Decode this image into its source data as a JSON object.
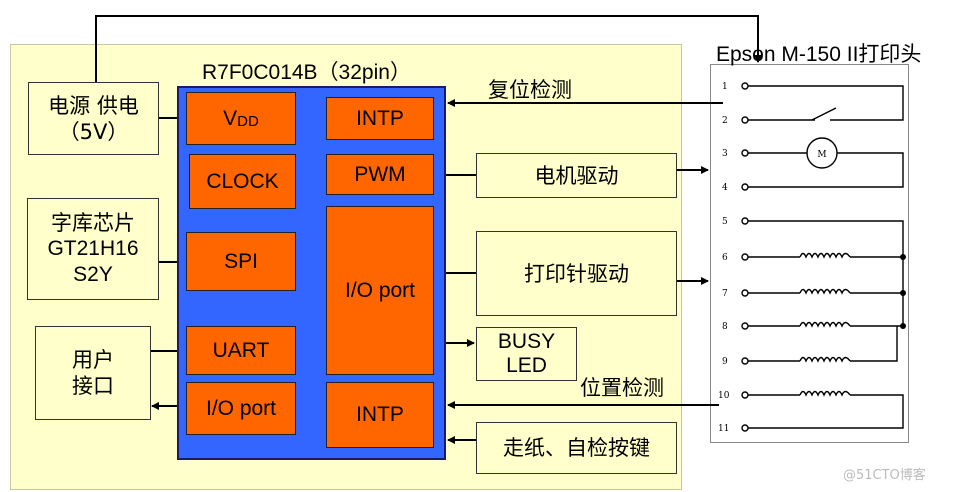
{
  "chip_title": "R7F0C014B（32pin）",
  "printer_title": "Epson M-150 II打印头",
  "left_boxes": {
    "power": [
      "电源 供电",
      "（5V）"
    ],
    "font_chip": [
      "字库芯片",
      "GT21H16",
      "S2Y"
    ],
    "user_if": [
      "用户",
      "接口"
    ]
  },
  "mcu_blocks": {
    "vdd_main": "V",
    "vdd_sub": "DD",
    "clock": "CLOCK",
    "spi": "SPI",
    "uart": "UART",
    "io_left": "I/O port",
    "intp_top": "INTP",
    "pwm": "PWM",
    "io_center": "I/O port",
    "intp_bottom": "INTP"
  },
  "right_boxes": {
    "motor_drive": "电机驱动",
    "pin_drive": "打印针驱动",
    "busy_led": [
      "BUSY",
      "LED"
    ],
    "keys": "走纸、自检按键"
  },
  "labels": {
    "reset_detect": "复位检测",
    "position_detect": "位置检测"
  },
  "printer_pins": [
    "1",
    "2",
    "3",
    "4",
    "5",
    "6",
    "7",
    "8",
    "9",
    "10",
    "11"
  ],
  "motor_symbol": "M",
  "watermark": "@51CTO博客",
  "colors": {
    "panel": "#ffffcc",
    "mcu": "#3366ff",
    "block": "#ff6600"
  }
}
